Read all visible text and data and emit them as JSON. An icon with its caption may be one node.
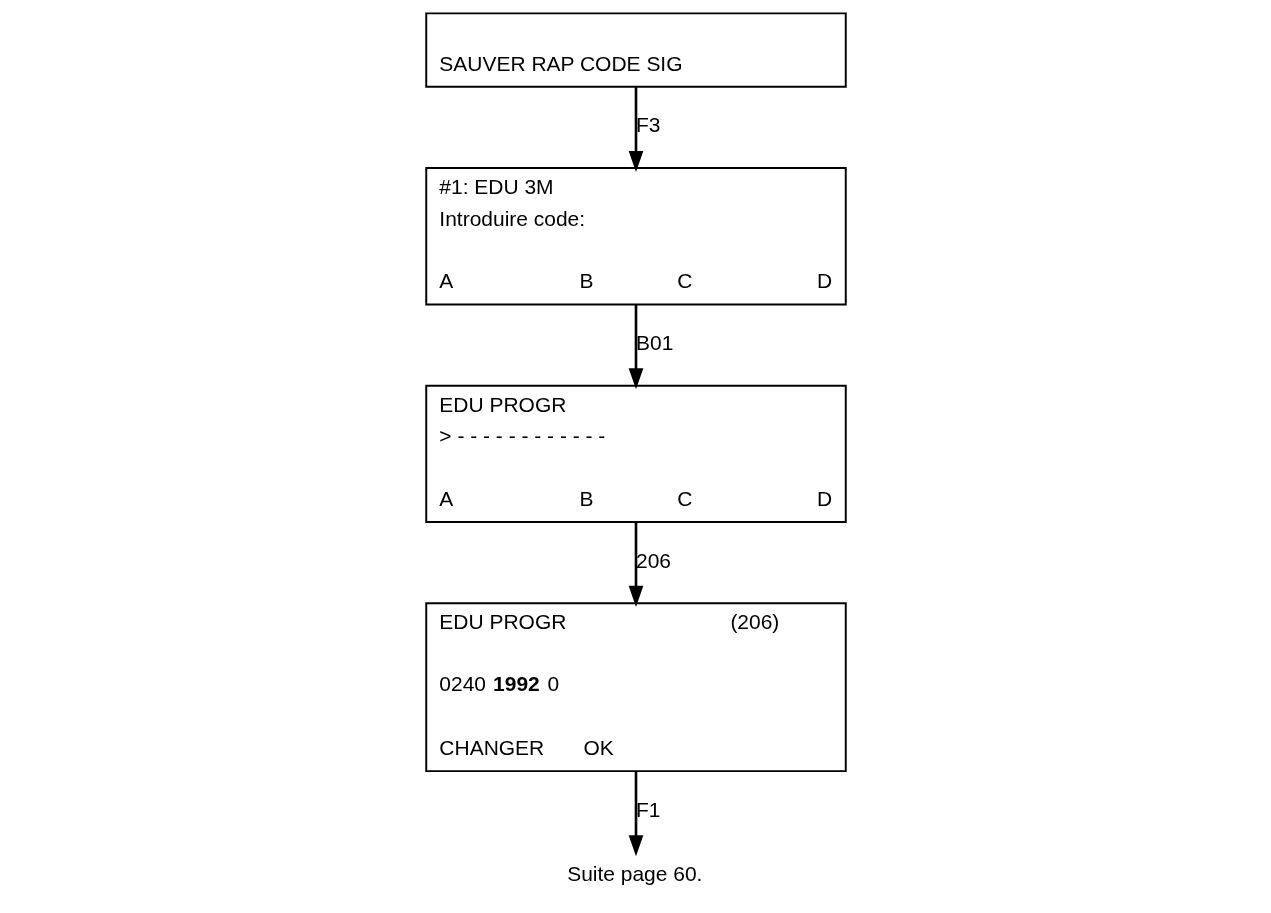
{
  "diagram": {
    "nodes": [
      {
        "text": [
          "SAUVER RAP CODE SIG"
        ]
      },
      {
        "text": [
          "#1: EDU 3M",
          "Introduire code:",
          "A",
          "B",
          "C",
          "D"
        ]
      },
      {
        "text": [
          "EDU PROGR",
          "> - - - - - - - - - - - -",
          "A",
          "B",
          "C",
          "D"
        ]
      },
      {
        "text": [
          "EDU PROGR",
          "(206)",
          "0240 **1992** 0",
          "CHANGER",
          "OK"
        ]
      },
      {
        "text": [
          "Suite page 60."
        ]
      }
    ],
    "edges": [
      {
        "from": 0,
        "to": 1,
        "arrow": "to",
        "label": "F3"
      },
      {
        "from": 1,
        "to": 2,
        "arrow": "to",
        "label": "B01"
      },
      {
        "from": 2,
        "to": 3,
        "arrow": "to",
        "label": "206"
      },
      {
        "from": 3,
        "to": 4,
        "arrow": "to",
        "label": "F1"
      }
    ]
  }
}
